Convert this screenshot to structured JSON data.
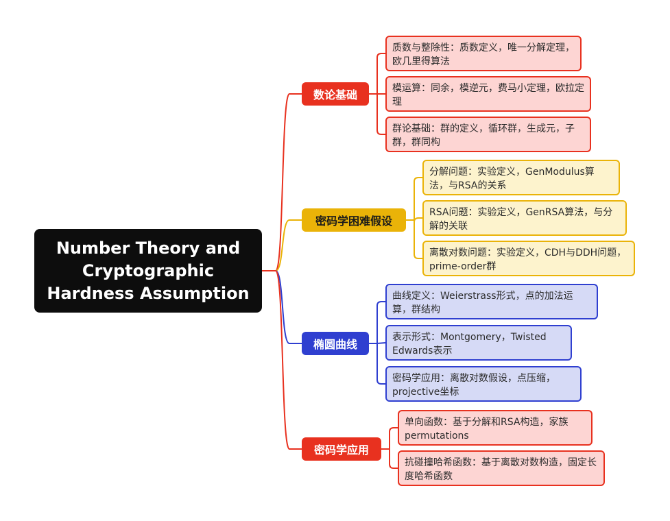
{
  "root": {
    "title": "Number Theory and\nCryptographic\nHardness Assumption"
  },
  "branches": [
    {
      "label": "数论基础",
      "color": "#e8311f",
      "leaf_bg": "#fdd5d3",
      "text_color": "#ffffff",
      "leaves": [
        "质数与整除性：质数定义，唯一分解定理，欧几里得算法",
        "模运算：同余，模逆元，费马小定理，欧拉定理",
        "群论基础：群的定义，循环群，生成元，子群，群同构"
      ]
    },
    {
      "label": "密码学困难假设",
      "color": "#eab308",
      "leaf_bg": "#fdf3cd",
      "text_color": "#1a1a1a",
      "leaves": [
        "分解问题：实验定义，GenModulus算法，与RSA的关系",
        "RSA问题：实验定义，GenRSA算法，与分解的关联",
        "离散对数问题：实验定义，CDH与DDH问题，prime-order群"
      ]
    },
    {
      "label": "椭圆曲线",
      "color": "#2f3fd0",
      "leaf_bg": "#d6daf6",
      "text_color": "#ffffff",
      "leaves": [
        "曲线定义：Weierstrass形式，点的加法运算，群结构",
        "表示形式：Montgomery，Twisted Edwards表示",
        "密码学应用：离散对数假设，点压缩，projective坐标"
      ]
    },
    {
      "label": "密码学应用",
      "color": "#e8311f",
      "leaf_bg": "#fdd5d3",
      "text_color": "#ffffff",
      "leaves": [
        "单向函数：基于分解和RSA构造，家族permutations",
        "抗碰撞哈希函数：基于离散对数构造，固定长度哈希函数"
      ]
    }
  ]
}
